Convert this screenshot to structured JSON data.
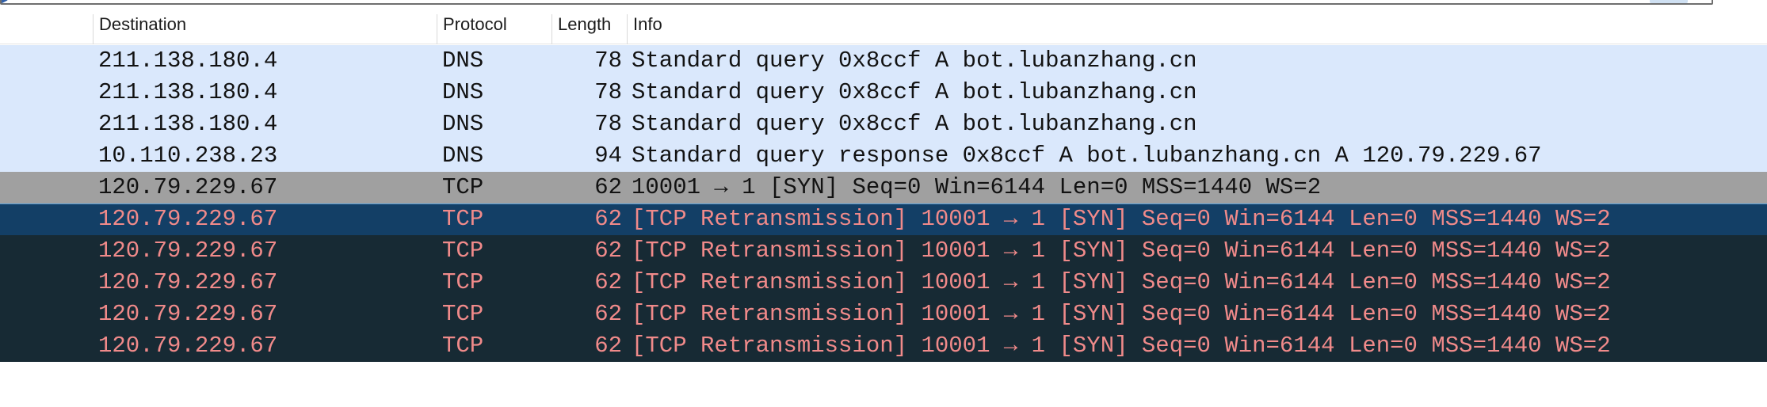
{
  "filter": {
    "icon": "bookmark-icon"
  },
  "columns": {
    "destination": "Destination",
    "protocol": "Protocol",
    "length": "Length",
    "info": "Info"
  },
  "colors": {
    "dns_row_bg": "#dae8fc",
    "tcp_row_bg": "#a0a0a0",
    "selected_row_bg": "#133f66",
    "retransmission_row_bg": "#172a34",
    "retransmission_text": "#f08a8a"
  },
  "packets": [
    {
      "destination": "211.138.180.4",
      "protocol": "DNS",
      "length": "78",
      "info": "Standard query 0x8ccf A bot.lubanzhang.cn",
      "style": "dns"
    },
    {
      "destination": "211.138.180.4",
      "protocol": "DNS",
      "length": "78",
      "info": "Standard query 0x8ccf A bot.lubanzhang.cn",
      "style": "dns"
    },
    {
      "destination": "211.138.180.4",
      "protocol": "DNS",
      "length": "78",
      "info": "Standard query 0x8ccf A bot.lubanzhang.cn",
      "style": "dns"
    },
    {
      "destination": "10.110.238.23",
      "protocol": "DNS",
      "length": "94",
      "info": "Standard query response 0x8ccf A bot.lubanzhang.cn A 120.79.229.67",
      "style": "dns"
    },
    {
      "destination": "120.79.229.67",
      "protocol": "TCP",
      "length": "62",
      "info": "10001 → 1 [SYN] Seq=0 Win=6144 Len=0 MSS=1440 WS=2",
      "style": "gray"
    },
    {
      "destination": "120.79.229.67",
      "protocol": "TCP",
      "length": "62",
      "info": "[TCP Retransmission] 10001 → 1 [SYN] Seq=0 Win=6144 Len=0 MSS=1440 WS=2",
      "style": "sel"
    },
    {
      "destination": "120.79.229.67",
      "protocol": "TCP",
      "length": "62",
      "info": "[TCP Retransmission] 10001 → 1 [SYN] Seq=0 Win=6144 Len=0 MSS=1440 WS=2",
      "style": "dark"
    },
    {
      "destination": "120.79.229.67",
      "protocol": "TCP",
      "length": "62",
      "info": "[TCP Retransmission] 10001 → 1 [SYN] Seq=0 Win=6144 Len=0 MSS=1440 WS=2",
      "style": "dark"
    },
    {
      "destination": "120.79.229.67",
      "protocol": "TCP",
      "length": "62",
      "info": "[TCP Retransmission] 10001 → 1 [SYN] Seq=0 Win=6144 Len=0 MSS=1440 WS=2",
      "style": "dark"
    },
    {
      "destination": "120.79.229.67",
      "protocol": "TCP",
      "length": "62",
      "info": "[TCP Retransmission] 10001 → 1 [SYN] Seq=0 Win=6144 Len=0 MSS=1440 WS=2",
      "style": "dark"
    }
  ]
}
